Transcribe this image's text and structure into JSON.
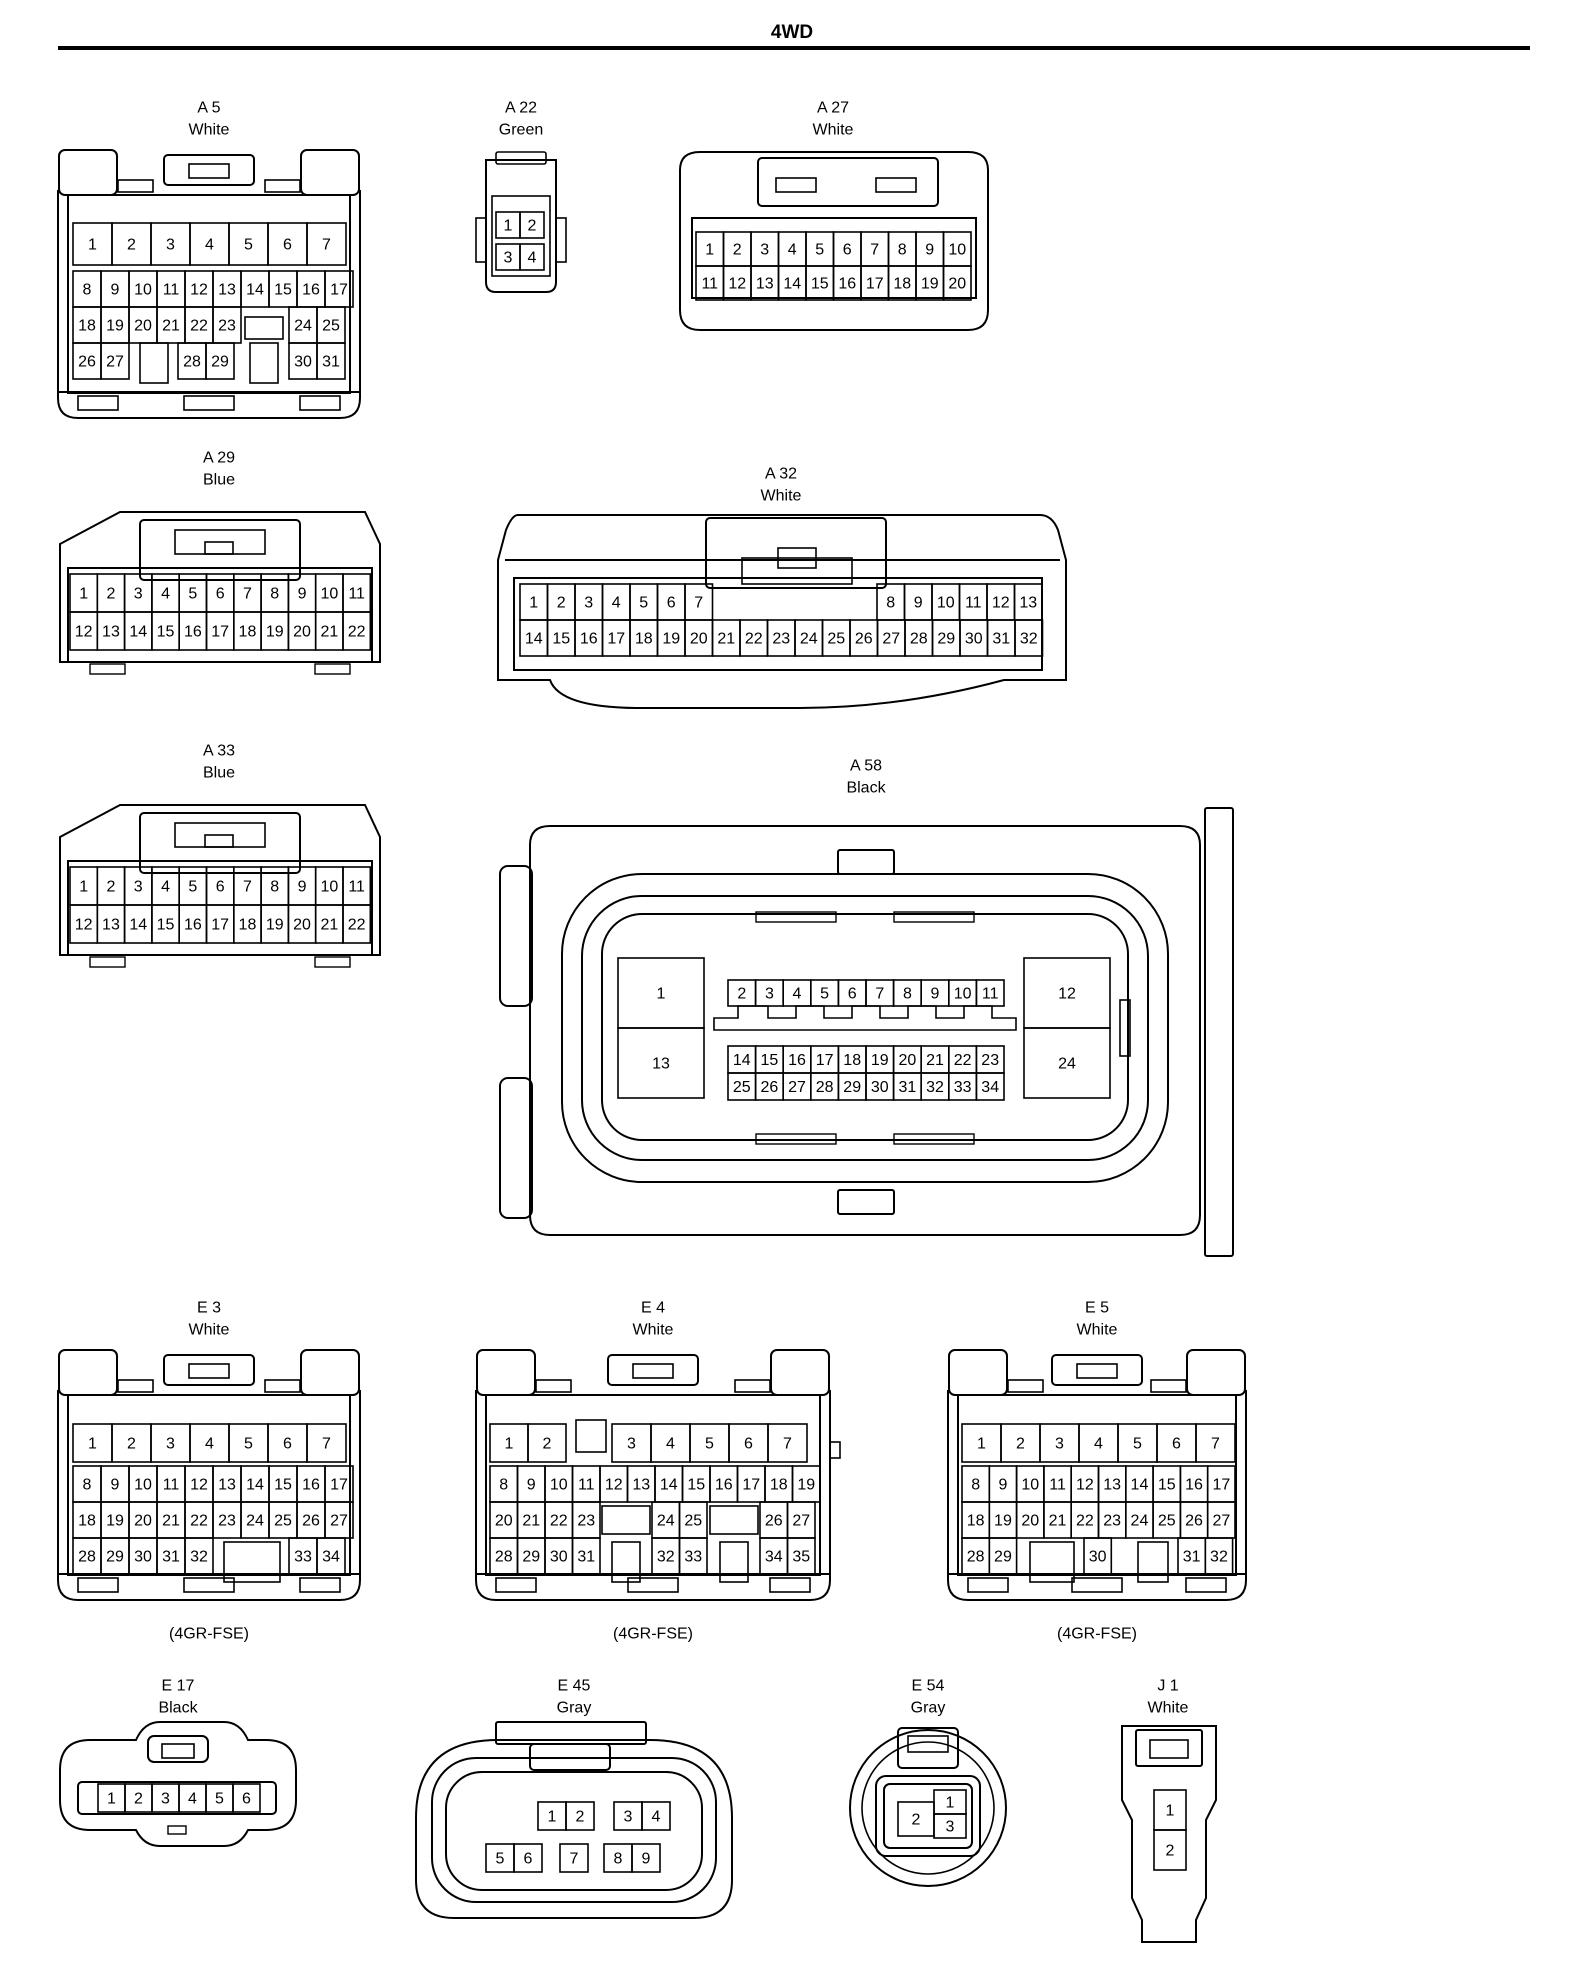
{
  "title": "4WD",
  "connectors": [
    {
      "id": "A 5",
      "color": "White",
      "note": "",
      "rows": [
        [
          "1",
          "2",
          "3",
          "4",
          "5",
          "6",
          "7"
        ],
        [
          "8",
          "9",
          "10",
          "11",
          "12",
          "13",
          "14",
          "15",
          "16",
          "17"
        ],
        [
          "18",
          "19",
          "20",
          "21",
          "22",
          "23",
          "24",
          "25"
        ],
        [
          "26",
          "27",
          "28",
          "29",
          "30",
          "31"
        ]
      ]
    },
    {
      "id": "A 22",
      "color": "Green",
      "note": "",
      "rows": [
        [
          "1",
          "2"
        ],
        [
          "3",
          "4"
        ]
      ]
    },
    {
      "id": "A 27",
      "color": "White",
      "note": "",
      "rows": [
        [
          "1",
          "2",
          "3",
          "4",
          "5",
          "6",
          "7",
          "8",
          "9",
          "10"
        ],
        [
          "11",
          "12",
          "13",
          "14",
          "15",
          "16",
          "17",
          "18",
          "19",
          "20"
        ]
      ]
    },
    {
      "id": "A 29",
      "color": "Blue",
      "note": "",
      "rows": [
        [
          "1",
          "2",
          "3",
          "4",
          "5",
          "6",
          "7",
          "8",
          "9",
          "10",
          "11"
        ],
        [
          "12",
          "13",
          "14",
          "15",
          "16",
          "17",
          "18",
          "19",
          "20",
          "21",
          "22"
        ]
      ]
    },
    {
      "id": "A 32",
      "color": "White",
      "note": "",
      "rows": [
        [
          "1",
          "2",
          "3",
          "4",
          "5",
          "6",
          "7",
          "8",
          "9",
          "10",
          "11",
          "12",
          "13"
        ],
        [
          "14",
          "15",
          "16",
          "17",
          "18",
          "19",
          "20",
          "21",
          "22",
          "23",
          "24",
          "25",
          "26",
          "27",
          "28",
          "29",
          "30",
          "31",
          "32"
        ]
      ]
    },
    {
      "id": "A 33",
      "color": "Blue",
      "note": "",
      "rows": [
        [
          "1",
          "2",
          "3",
          "4",
          "5",
          "6",
          "7",
          "8",
          "9",
          "10",
          "11"
        ],
        [
          "12",
          "13",
          "14",
          "15",
          "16",
          "17",
          "18",
          "19",
          "20",
          "21",
          "22"
        ]
      ]
    },
    {
      "id": "A 58",
      "color": "Black",
      "note": "",
      "rows": [
        [
          "1",
          "13",
          "12",
          "24"
        ],
        [
          "2",
          "3",
          "4",
          "5",
          "6",
          "7",
          "8",
          "9",
          "10",
          "11"
        ],
        [
          "14",
          "15",
          "16",
          "17",
          "18",
          "19",
          "20",
          "21",
          "22",
          "23"
        ],
        [
          "25",
          "26",
          "27",
          "28",
          "29",
          "30",
          "31",
          "32",
          "33",
          "34"
        ]
      ]
    },
    {
      "id": "E 3",
      "color": "White",
      "note": "(4GR-FSE)",
      "rows": [
        [
          "1",
          "2",
          "3",
          "4",
          "5",
          "6",
          "7"
        ],
        [
          "8",
          "9",
          "10",
          "11",
          "12",
          "13",
          "14",
          "15",
          "16",
          "17"
        ],
        [
          "18",
          "19",
          "20",
          "21",
          "22",
          "23",
          "24",
          "25",
          "26",
          "27"
        ],
        [
          "28",
          "29",
          "30",
          "31",
          "32",
          "33",
          "34"
        ]
      ]
    },
    {
      "id": "E 4",
      "color": "White",
      "note": "(4GR-FSE)",
      "rows": [
        [
          "1",
          "2",
          "3",
          "4",
          "5",
          "6",
          "7"
        ],
        [
          "8",
          "9",
          "10",
          "11",
          "12",
          "13",
          "14",
          "15",
          "16",
          "17",
          "18",
          "19"
        ],
        [
          "20",
          "21",
          "22",
          "23",
          "24",
          "25",
          "26",
          "27"
        ],
        [
          "28",
          "29",
          "30",
          "31",
          "32",
          "33",
          "34",
          "35"
        ]
      ]
    },
    {
      "id": "E 5",
      "color": "White",
      "note": "(4GR-FSE)",
      "rows": [
        [
          "1",
          "2",
          "3",
          "4",
          "5",
          "6",
          "7"
        ],
        [
          "8",
          "9",
          "10",
          "11",
          "12",
          "13",
          "14",
          "15",
          "16",
          "17"
        ],
        [
          "18",
          "19",
          "20",
          "21",
          "22",
          "23",
          "24",
          "25",
          "26",
          "27"
        ],
        [
          "28",
          "29",
          "30",
          "31",
          "32"
        ]
      ]
    },
    {
      "id": "E 17",
      "color": "Black",
      "note": "",
      "rows": [
        [
          "1",
          "2",
          "3",
          "4",
          "5",
          "6"
        ]
      ]
    },
    {
      "id": "E 45",
      "color": "Gray",
      "note": "",
      "rows": [
        [
          "1",
          "2",
          "3",
          "4"
        ],
        [
          "5",
          "6",
          "7",
          "8",
          "9"
        ]
      ]
    },
    {
      "id": "E 54",
      "color": "Gray",
      "note": "",
      "rows": [
        [
          "1",
          "2",
          "3"
        ]
      ]
    },
    {
      "id": "J 1",
      "color": "White",
      "note": "",
      "rows": [
        [
          "1",
          "2"
        ]
      ]
    }
  ]
}
